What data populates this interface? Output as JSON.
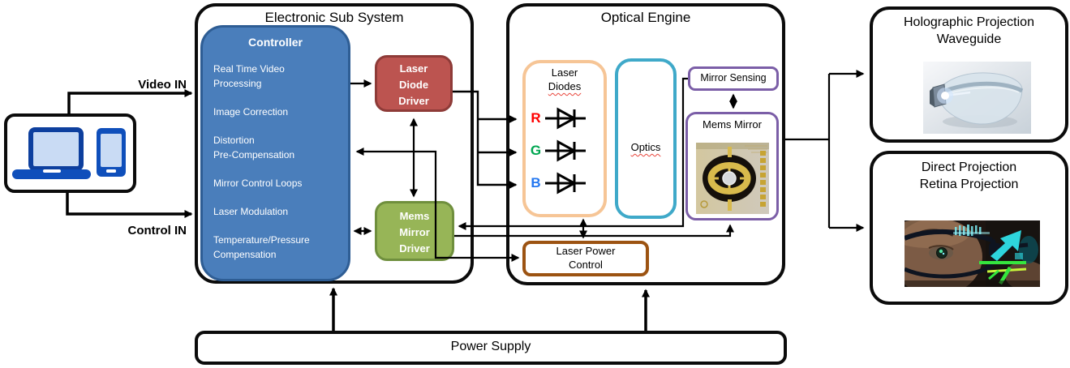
{
  "source": {
    "video_in_label": "Video IN",
    "control_in_label": "Control IN",
    "device_icons": [
      "laptop-icon",
      "tablet-icon"
    ]
  },
  "electronic_subsystem": {
    "title": "Electronic Sub System",
    "controller": {
      "title": "Controller",
      "functions": [
        "Real Time Video\nProcessing",
        "Image Correction",
        "Distortion\nPre-Compensation",
        "Mirror Control Loops",
        "Laser Modulation",
        "Temperature/Pressure\nCompensation"
      ]
    },
    "laser_diode_driver": {
      "label": "Laser\nDiode\nDriver"
    },
    "mems_mirror_driver": {
      "label": "Mems\nMirror\nDriver"
    }
  },
  "optical_engine": {
    "title": "Optical Engine",
    "laser_diodes": {
      "label_line1": "Laser",
      "label_line2": "Diodes",
      "channels": [
        {
          "label": "R",
          "color": "#FF0000"
        },
        {
          "label": "G",
          "color": "#00A651"
        },
        {
          "label": "B",
          "color": "#2478F0"
        }
      ]
    },
    "optics": {
      "label": "Optics"
    },
    "mirror_sensing": {
      "label": "Mirror Sensing"
    },
    "mems_mirror": {
      "label": "Mems Mirror"
    },
    "laser_power_control": {
      "label": "Laser Power\nControl"
    }
  },
  "outputs": {
    "holographic": {
      "title": "Holographic Projection\nWaveguide"
    },
    "direct": {
      "title": "Direct Projection\nRetina Projection"
    }
  },
  "power_supply": {
    "label": "Power Supply"
  },
  "colors": {
    "line": "#000000",
    "controller_fill": "#4A7EBB",
    "controller_border": "#2E5D94",
    "laser_diode_driver_fill": "#BC5450",
    "laser_diode_driver_border": "#8E3B38",
    "mems_mirror_driver_fill": "#97B557",
    "mems_mirror_driver_border": "#6F8F3D",
    "laser_diodes_border": "#F6C596",
    "optics_border": "#3FA9C9",
    "mirror_boxes_border": "#7B5EA7",
    "laser_power_control_border": "#9C5312",
    "spellcheck_squiggle": "#E8443A",
    "device_icon_blue": "#0F4FBB",
    "device_screen_blue": "#C9DBF4"
  }
}
